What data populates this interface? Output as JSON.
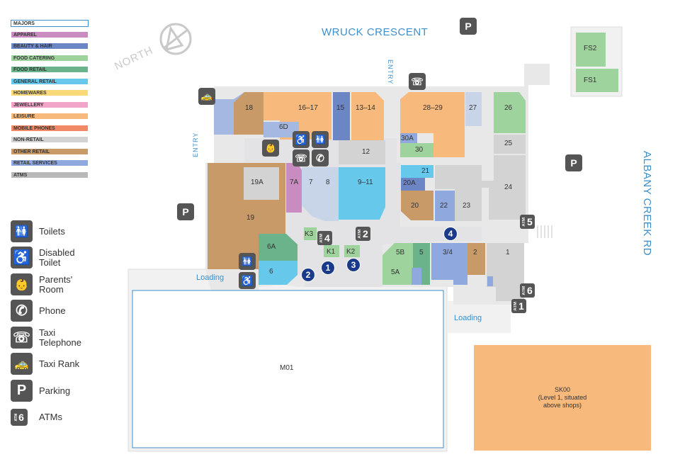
{
  "legend": [
    {
      "label": "MAJORS",
      "color": "#ffffff",
      "border": "#3d8fcc"
    },
    {
      "label": "APPAREL",
      "color": "#c98cc0"
    },
    {
      "label": "BEAUTY & HAIR",
      "color": "#6c85c4"
    },
    {
      "label": "FOOD CATERING",
      "color": "#9fd39e"
    },
    {
      "label": "FOOD RETAIL",
      "color": "#6ab38b"
    },
    {
      "label": "GENERAL RETAIL",
      "color": "#66c9ec"
    },
    {
      "label": "HOMEWARES",
      "color": "#fbd978"
    },
    {
      "label": "JEWELLERY",
      "color": "#f2a5c9"
    },
    {
      "label": "LEISURE",
      "color": "#f8b97c"
    },
    {
      "label": "MOBILE PHONES",
      "color": "#f08a66"
    },
    {
      "label": "NON-RETAIL",
      "color": "#d3d3d3"
    },
    {
      "label": "OTHER RETAIL",
      "color": "#c89a68"
    },
    {
      "label": "RETAIL SERVICES",
      "color": "#8fa9df"
    },
    {
      "label": "ATMS",
      "color": "#b9b9b9"
    }
  ],
  "key": [
    {
      "icon": "toilets-icon",
      "glyph": "🚻",
      "label": "Toilets"
    },
    {
      "icon": "disabled-toilet-icon",
      "glyph": "♿",
      "label": "Disabled Toilet"
    },
    {
      "icon": "parents-room-icon",
      "glyph": "👶",
      "label": "Parents' Room"
    },
    {
      "icon": "phone-icon",
      "glyph": "✆",
      "label": "Phone"
    },
    {
      "icon": "taxi-telephone-icon",
      "glyph": "☏",
      "label": "Taxi Telephone"
    },
    {
      "icon": "taxi-rank-icon",
      "glyph": "🚕",
      "label": "Taxi Rank"
    },
    {
      "icon": "parking-icon",
      "glyph": "P",
      "label": "Parking"
    },
    {
      "icon": "atm-icon",
      "glyph": "6",
      "label": "ATMs"
    }
  ],
  "compass": "NORTH",
  "streets": {
    "top": "WRUCK CRESCENT",
    "right": "ALBANY CREEK RD"
  },
  "entry_label": "ENTRY",
  "loading_label": "Loading",
  "units": {
    "u18": "18",
    "u16_17": "16–17",
    "u15": "15",
    "u13_14": "13–14",
    "u28_29": "28–29",
    "u27": "27",
    "u26": "26",
    "u25": "25",
    "u24": "24",
    "u6d": "6D",
    "u12": "12",
    "u30a": "30A",
    "u30": "30",
    "u21": "21",
    "u20a": "20A",
    "u19a": "19A",
    "u7a": "7A",
    "u7": "7",
    "u8": "8",
    "u9_11": "9–11",
    "u20": "20",
    "u22": "22",
    "u23": "23",
    "u19": "19",
    "u6a": "6A",
    "u6": "6",
    "uk3": "K3",
    "uk1": "K1",
    "uk2": "K2",
    "u5b": "5B",
    "u5": "5",
    "u5a": "5A",
    "u3_4": "3/4",
    "u2": "2",
    "u1": "1",
    "ufs1": "FS1",
    "ufs2": "FS2",
    "um01": "M01",
    "usk00": "SK00\n(Level 1, situated\nabove shops)"
  },
  "markers": [
    "1",
    "2",
    "3",
    "4"
  ],
  "atms": [
    "1",
    "2",
    "4",
    "5",
    "6"
  ]
}
